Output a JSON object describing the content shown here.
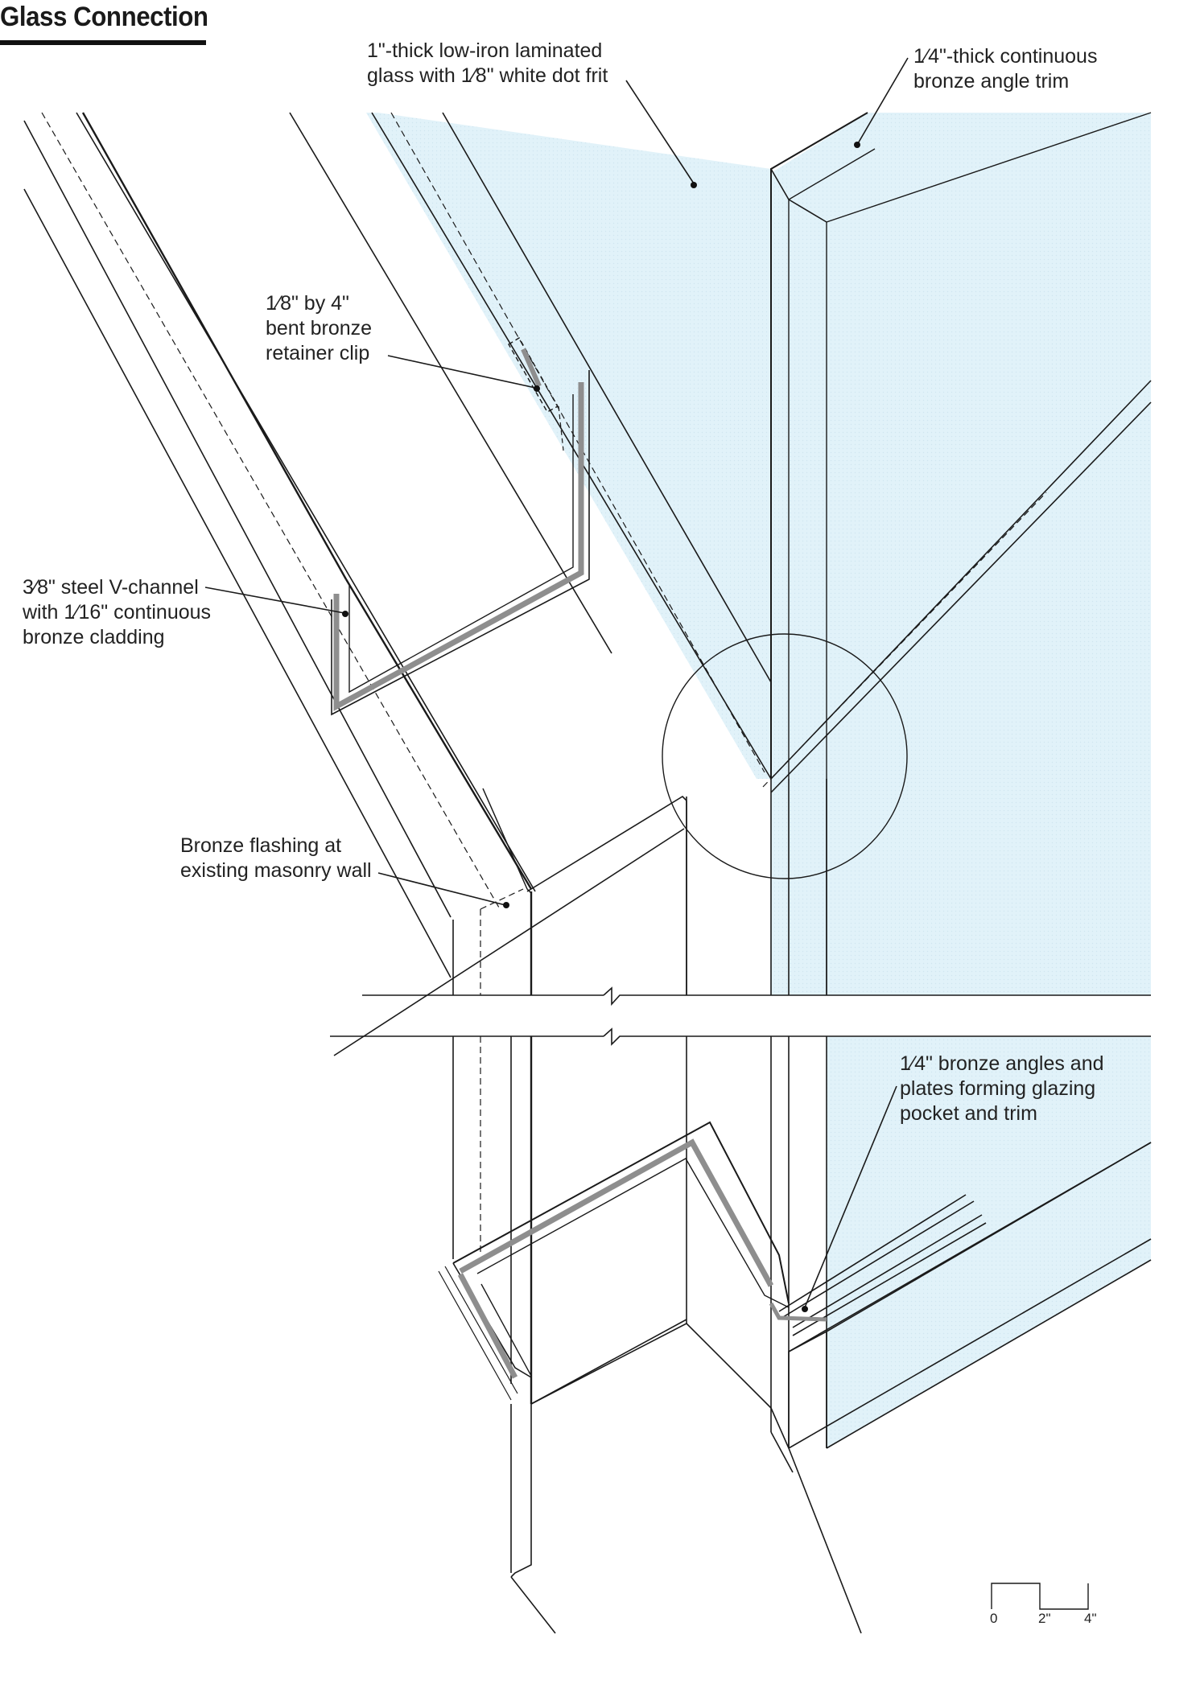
{
  "title": "Glass Connection",
  "labels": {
    "glass": [
      "1\"-thick low-iron laminated",
      "glass with 1⁄8\" white dot frit"
    ],
    "trim": [
      "1⁄4\"-thick continuous",
      "bronze angle trim"
    ],
    "clip": [
      "1⁄8\" by 4\"",
      "bent bronze",
      "retainer clip"
    ],
    "channel": [
      "3⁄8\" steel V-channel",
      "with 1⁄16\" continuous",
      "bronze cladding"
    ],
    "flashing": [
      "Bronze flashing at",
      "existing masonry wall"
    ],
    "angles": [
      "1⁄4\" bronze angles and",
      "plates forming glazing",
      "pocket and trim"
    ]
  },
  "scale_bar": {
    "ticks": [
      "0",
      "2\"",
      "4\""
    ]
  },
  "colors": {
    "glass": "#e1f2f9",
    "line": "#1a1a1a",
    "bronze": "#8e8e8e"
  }
}
